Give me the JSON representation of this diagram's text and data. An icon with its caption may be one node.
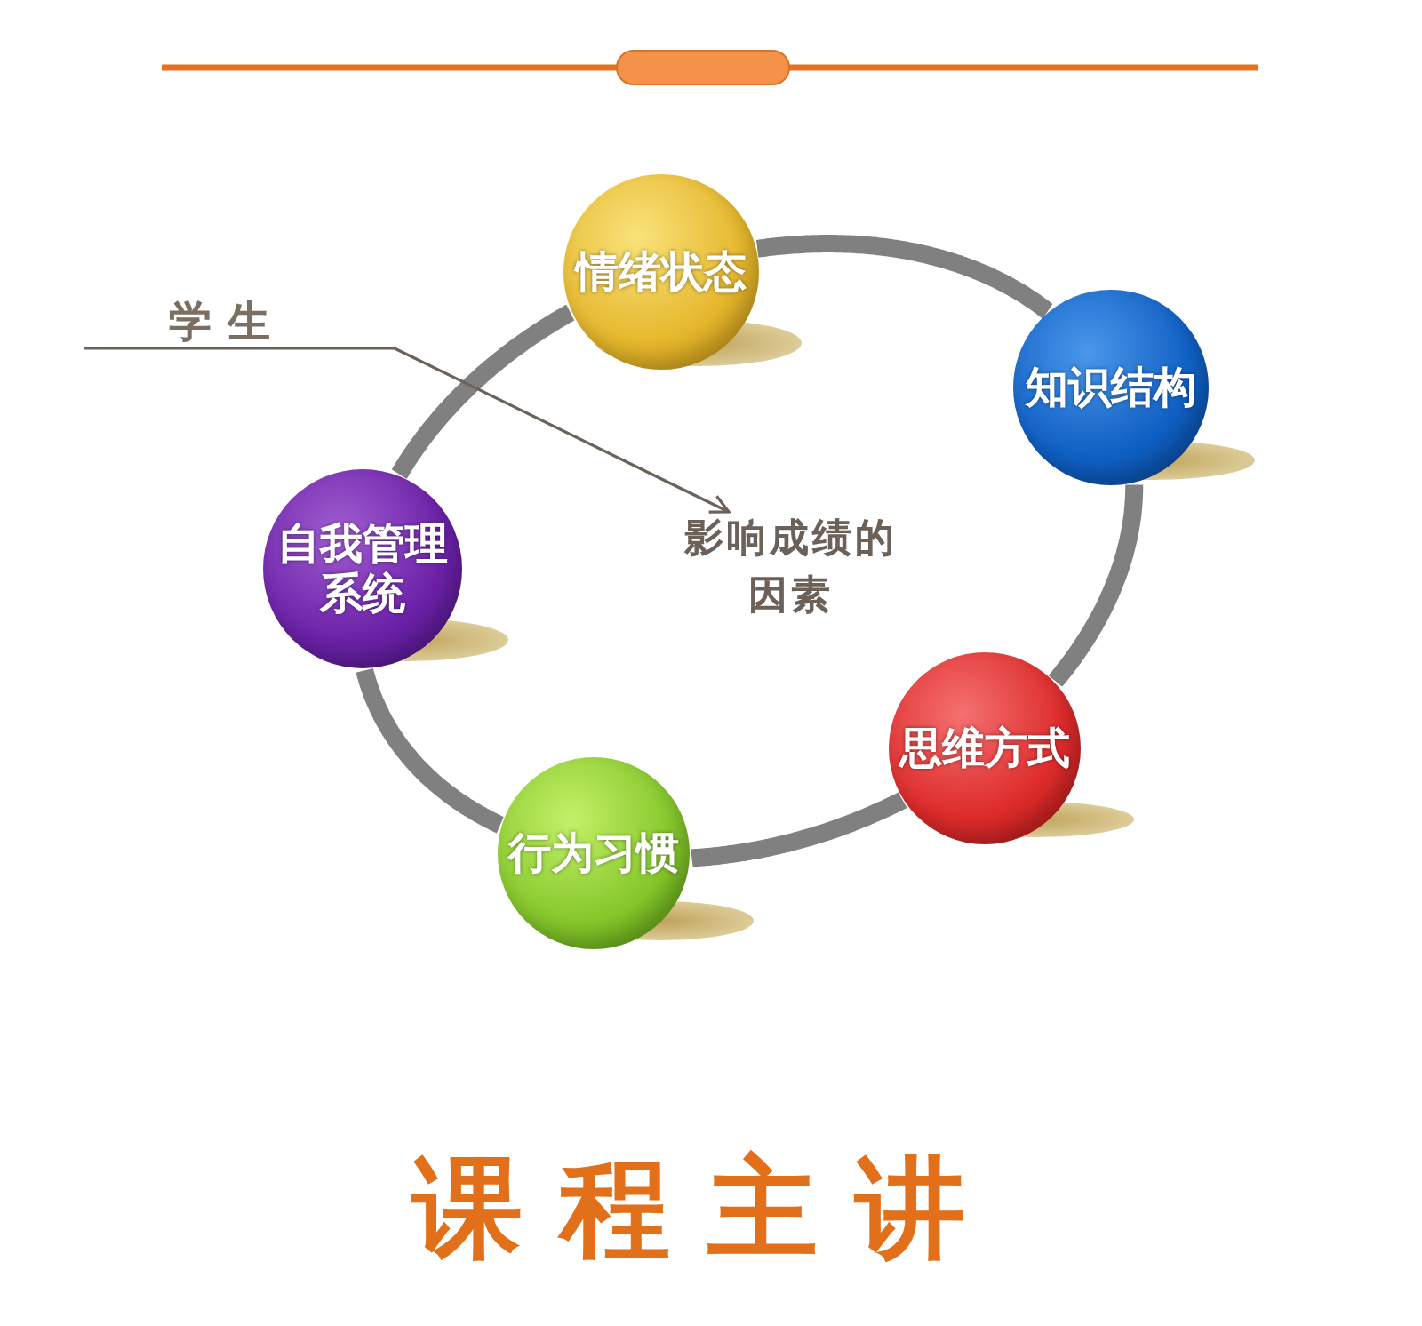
{
  "diagram": {
    "caption": "课程主讲",
    "nodes": [
      {
        "text": [
          "情绪状态"
        ]
      },
      {
        "text": [
          "知识结构"
        ]
      },
      {
        "text": [
          "思维方式"
        ]
      },
      {
        "text": [
          "行为习惯"
        ]
      },
      {
        "text": [
          "自我管理系统"
        ]
      },
      {
        "text": [
          "学生"
        ]
      },
      {
        "text": [
          "影响成绩的因素"
        ]
      }
    ],
    "edges": [
      {
        "from": 0,
        "to": 1,
        "arrow": "none"
      },
      {
        "from": 1,
        "to": 2,
        "arrow": "none"
      },
      {
        "from": 2,
        "to": 3,
        "arrow": "none"
      },
      {
        "from": 3,
        "to": 4,
        "arrow": "none"
      },
      {
        "from": 4,
        "to": 0,
        "arrow": "none"
      },
      {
        "from": 5,
        "to": 6,
        "arrow": "to",
        "color": "#6b625a"
      }
    ]
  }
}
